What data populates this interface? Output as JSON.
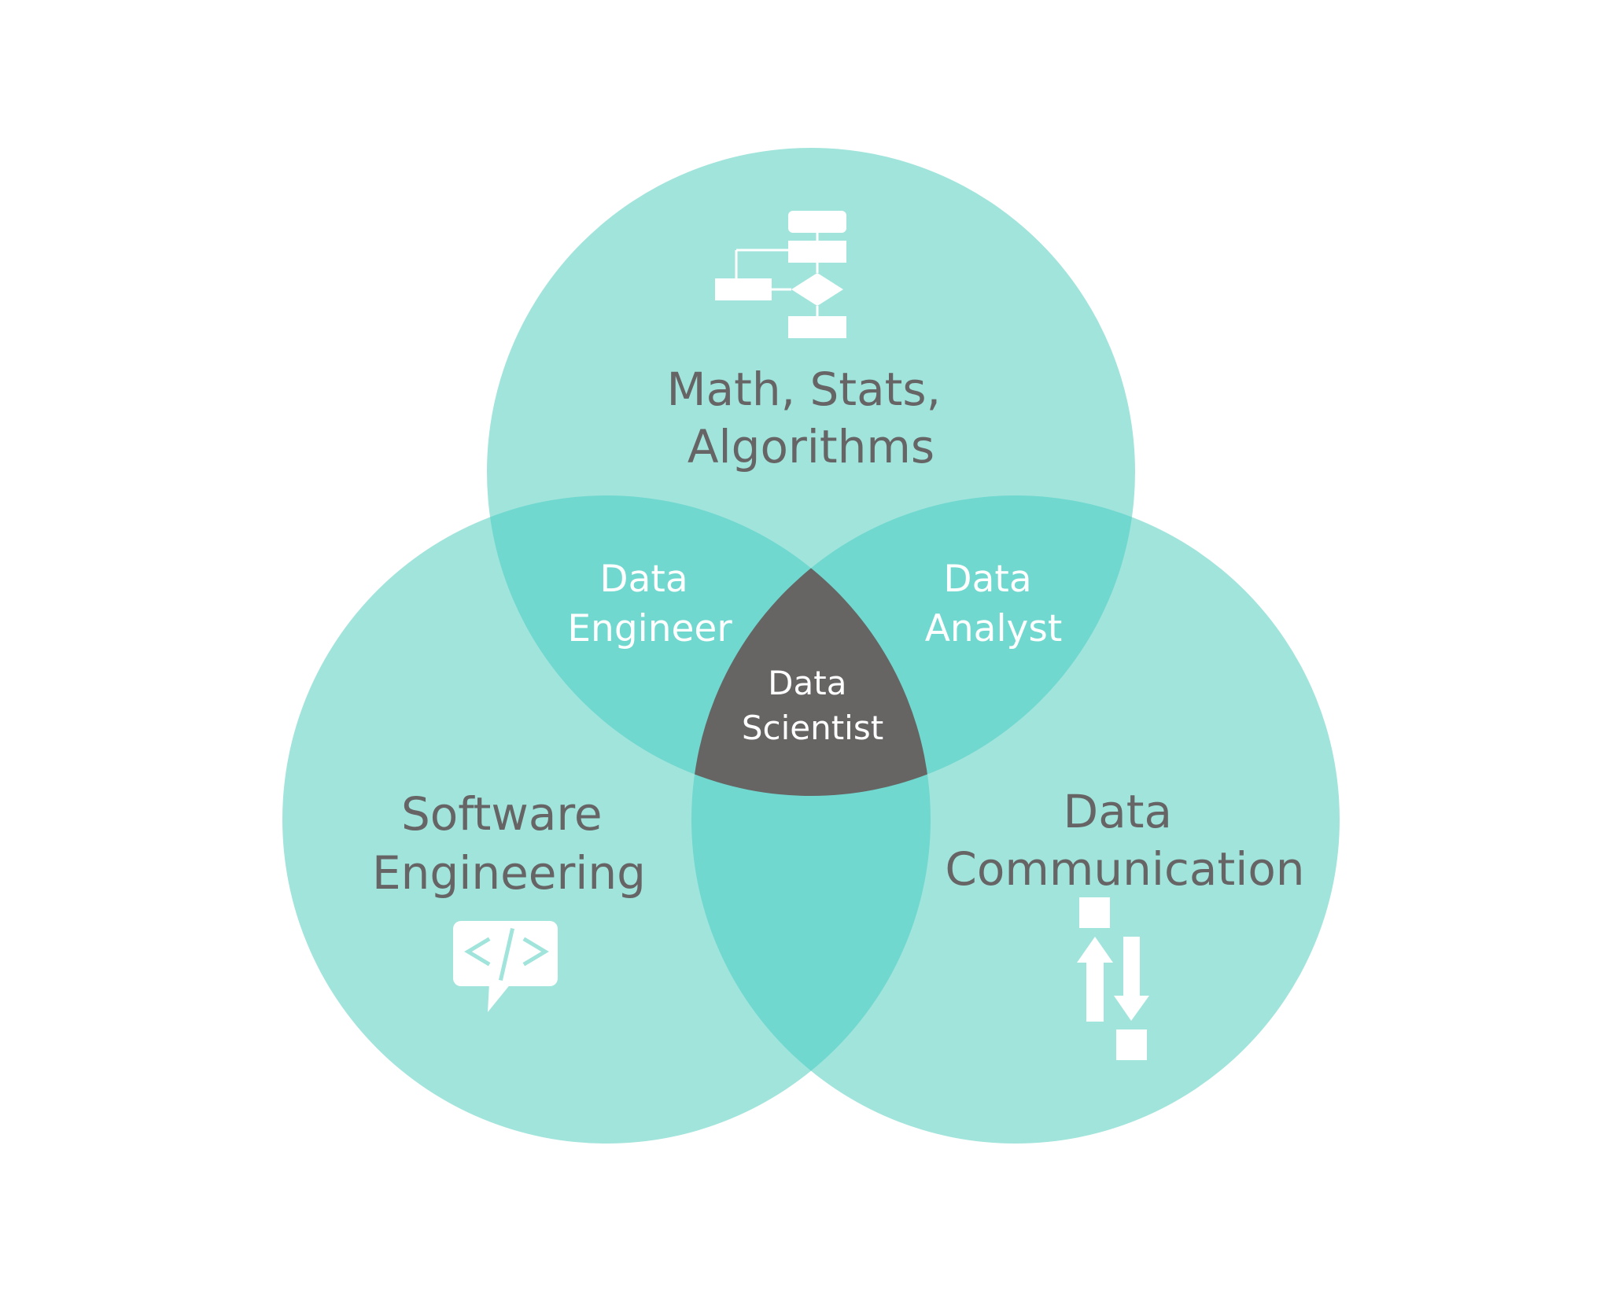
{
  "diagram": {
    "type": "venn-3",
    "colors": {
      "circle": "#a0e4dc",
      "pair_overlap": "#70d8cf",
      "core": "#676464",
      "label_dark": "#666464",
      "label_light": "#ffffff",
      "icon": "#ffffff",
      "icon_detail": "#a0e4dc"
    },
    "sets": [
      {
        "id": "math",
        "lines": [
          "Math, Stats,",
          "Algorithms"
        ],
        "icon": "flowchart-icon"
      },
      {
        "id": "software",
        "lines": [
          "Software",
          "Engineering"
        ],
        "icon": "code-speech-bubble-icon"
      },
      {
        "id": "communication",
        "lines": [
          "Data",
          "Communication"
        ],
        "icon": "exchange-arrows-icon"
      }
    ],
    "overlaps": [
      {
        "sets": [
          "math",
          "software"
        ],
        "lines": [
          "Data",
          "Engineer"
        ]
      },
      {
        "sets": [
          "math",
          "communication"
        ],
        "lines": [
          "Data",
          "Analyst"
        ]
      },
      {
        "sets": [
          "software",
          "communication"
        ],
        "lines": []
      },
      {
        "sets": [
          "math",
          "software",
          "communication"
        ],
        "lines": [
          "Data",
          "Scientist"
        ]
      }
    ],
    "code_icon_text": "</>"
  }
}
